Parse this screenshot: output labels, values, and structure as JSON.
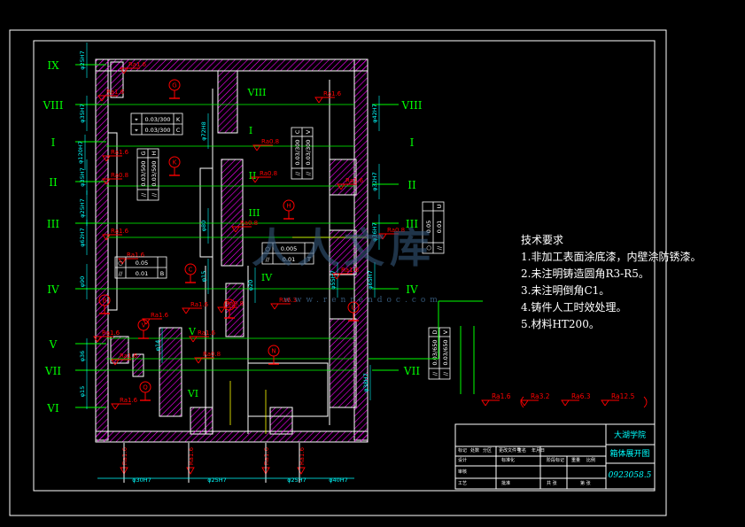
{
  "colors": {
    "background": "#000000",
    "frame": "#ffffff",
    "section_lines": "#00ff00",
    "hatch": "#ff00ff",
    "symbols": "#ff0000",
    "dimensions": "#00ffff",
    "centerline": "#ffff00",
    "text": "#ffffff",
    "title_text": "#00ffff",
    "watermark": "#3a5f86"
  },
  "section_labels": {
    "left": [
      "IX",
      "VIII",
      "I",
      "II",
      "III",
      "IV",
      "V",
      "VII",
      "VI"
    ],
    "right": [
      "VIII",
      "I",
      "II",
      "III",
      "IV",
      "VII"
    ],
    "inner": [
      "VIII",
      "I",
      "II",
      "III",
      "IV",
      "V",
      "VI"
    ]
  },
  "datum_letters": [
    "G",
    "K",
    "H",
    "C",
    "B",
    "V",
    "N",
    "T",
    "U",
    "Q"
  ],
  "roughness_labels": [
    "Ra1.6",
    "Ra1.6",
    "Ra1.6",
    "Ra1.6",
    "Ra0.8",
    "Ra0.8",
    "Ra0.8",
    "Ra1.6",
    "Ra1.6",
    "Ra0.8",
    "Ra0.8",
    "Ra1.6",
    "Ra1.6",
    "Ra1.6",
    "Ra0.8",
    "Ra6.3",
    "Ra1.6",
    "Ra1.6",
    "Ra1.6",
    "Ra0.8",
    "Ra1.6",
    "Ra1.6",
    "Ra1.6",
    "Ra1.6",
    "Ra1.6",
    "Ra1.6"
  ],
  "tolerance_frames": [
    {
      "rows": [
        [
          "⌖",
          "0.03/300",
          "K"
        ],
        [
          "⌖",
          "0.03/300",
          "C"
        ]
      ]
    },
    {
      "rows": [
        [
          "//",
          "0.03/500",
          "G"
        ],
        [
          "//",
          "0.03/500",
          "H"
        ]
      ]
    },
    {
      "rows": [
        [
          "//",
          "0.03/300",
          "C"
        ],
        [
          "//",
          "0.03/300",
          "V"
        ]
      ]
    },
    {
      "rows": [
        [
          "○",
          "0.05",
          ""
        ],
        [
          "//",
          "0.01",
          "B"
        ]
      ]
    },
    {
      "rows": [
        [
          "○",
          "0.005",
          ""
        ],
        [
          "//",
          "0.01",
          "T"
        ]
      ]
    },
    {
      "rows": [
        [
          "○",
          "0.05",
          ""
        ],
        [
          "//",
          "0.01",
          "U"
        ]
      ]
    },
    {
      "rows": [
        [
          "//",
          "0.03/650",
          "D"
        ],
        [
          "//",
          "0.03/650",
          "V"
        ]
      ]
    }
  ],
  "dimension_labels": [
    "φ25H7",
    "φ35H7",
    "φ120H7",
    "φ72H8",
    "φ35H7",
    "φ25H7",
    "φ62H7",
    "φ80",
    "φ90",
    "φ15",
    "φ20",
    "φ14",
    "φ36",
    "φ15",
    "φ55H7",
    "φ65H7",
    "φ42H7",
    "φ32H7",
    "φ36H7",
    "φ38H7",
    "φ30H7",
    "φ25H7",
    "φ25H7",
    "φ40H7"
  ],
  "technical_requirements": {
    "title": "技术要求",
    "items": [
      "1.非加工表面涂底漆，内壁涂防锈漆。",
      "2.未注明铸造圆角R3-R5。",
      "3.未注明倒角C1。",
      "4.铸件人工时效处理。",
      "5.材料HT200。"
    ]
  },
  "default_roughness": [
    "Ra1.6",
    "Ra3.2",
    "Ra6.3",
    "Ra12.5"
  ],
  "title_block": {
    "school": "大湖学院",
    "drawing_name": "箱体展开图",
    "drawing_number": "0923058.5",
    "cells": [
      "标记",
      "处数",
      "分区",
      "更改文件号",
      "签名",
      "年月日",
      "设计",
      "标准化",
      "审核",
      "工艺",
      "批准",
      "阶段标记",
      "重量",
      "比例",
      "共 张",
      "第 张"
    ]
  },
  "watermark": {
    "text": "人人文库",
    "url": "www.renrendoc.com"
  }
}
